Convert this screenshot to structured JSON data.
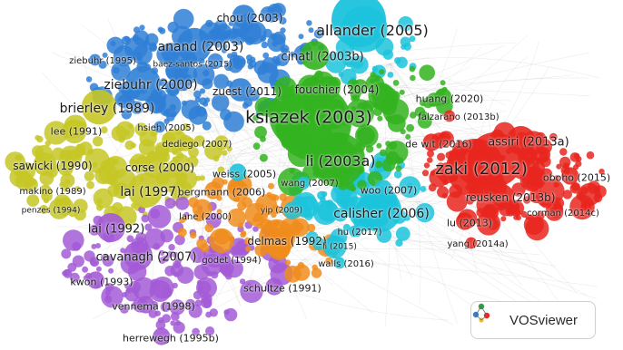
{
  "colors": {
    "red": "#e8261e",
    "green": "#33b31f",
    "blue": "#2f7fd6",
    "yellow": "#c6c726",
    "cyan": "#1cc3dc",
    "purple": "#a35ad6",
    "orange": "#f08c1c"
  },
  "labels": [
    {
      "text": "chou (2003)",
      "cluster": "blue"
    },
    {
      "text": "allander (2005)",
      "cluster": "cyan"
    },
    {
      "text": "anand (2003)",
      "cluster": "blue"
    },
    {
      "text": "cinatl (2003b)",
      "cluster": "green"
    },
    {
      "text": "ziebuhr (1995)",
      "cluster": "blue"
    },
    {
      "text": "baez-santos (2015)",
      "cluster": "blue"
    },
    {
      "text": "ziebuhr (2000)",
      "cluster": "blue"
    },
    {
      "text": "zuest (2011)",
      "cluster": "blue"
    },
    {
      "text": "fouchier (2004)",
      "cluster": "green"
    },
    {
      "text": "huang (2020)",
      "cluster": "green"
    },
    {
      "text": "brierley (1989)",
      "cluster": "yellow"
    },
    {
      "text": "ksiazek (2003)",
      "cluster": "green"
    },
    {
      "text": "falzarano (2013b)",
      "cluster": "red"
    },
    {
      "text": "lee (1991)",
      "cluster": "yellow"
    },
    {
      "text": "hsieh (2005)",
      "cluster": "blue"
    },
    {
      "text": "assiri (2013a)",
      "cluster": "red"
    },
    {
      "text": "dediego (2007)",
      "cluster": "yellow"
    },
    {
      "text": "de wit (2016)",
      "cluster": "red"
    },
    {
      "text": "sawicki (1990)",
      "cluster": "yellow"
    },
    {
      "text": "li (2003a)",
      "cluster": "green"
    },
    {
      "text": "corse (2000)",
      "cluster": "yellow"
    },
    {
      "text": "zaki (2012)",
      "cluster": "red"
    },
    {
      "text": "weiss (2005)",
      "cluster": "cyan"
    },
    {
      "text": "oboho (2015)",
      "cluster": "red"
    },
    {
      "text": "makino (1989)",
      "cluster": "yellow"
    },
    {
      "text": "lai (1997)",
      "cluster": "yellow"
    },
    {
      "text": "bergmann (2006)",
      "cluster": "orange"
    },
    {
      "text": "wang (2007)",
      "cluster": "cyan"
    },
    {
      "text": "woo (2007)",
      "cluster": "cyan"
    },
    {
      "text": "reusken (2013b)",
      "cluster": "red"
    },
    {
      "text": "penzes (1994)",
      "cluster": "yellow"
    },
    {
      "text": "yip (2009)",
      "cluster": "orange"
    },
    {
      "text": "calisher (2006)",
      "cluster": "cyan"
    },
    {
      "text": "corman (2014c)",
      "cluster": "red"
    },
    {
      "text": "lane (2000)",
      "cluster": "orange"
    },
    {
      "text": "lu (2013)",
      "cluster": "red"
    },
    {
      "text": "lai (1992)",
      "cluster": "purple"
    },
    {
      "text": "delmas (1992)",
      "cluster": "orange"
    },
    {
      "text": "hu (2017)",
      "cluster": "cyan"
    },
    {
      "text": "yang (2014a)",
      "cluster": "red"
    },
    {
      "text": "li (2015)",
      "cluster": "cyan"
    },
    {
      "text": "cavanagh (2007)",
      "cluster": "purple"
    },
    {
      "text": "godet (1994)",
      "cluster": "purple"
    },
    {
      "text": "walls (2016)",
      "cluster": "cyan"
    },
    {
      "text": "kwon (1993)",
      "cluster": "purple"
    },
    {
      "text": "schultze (1991)",
      "cluster": "purple"
    },
    {
      "text": "vennema (1998)",
      "cluster": "purple"
    },
    {
      "text": "herrewegh (1995b)",
      "cluster": "purple"
    }
  ],
  "badge": {
    "label": "VOSviewer",
    "icon": "vosviewer-logo-icon"
  }
}
